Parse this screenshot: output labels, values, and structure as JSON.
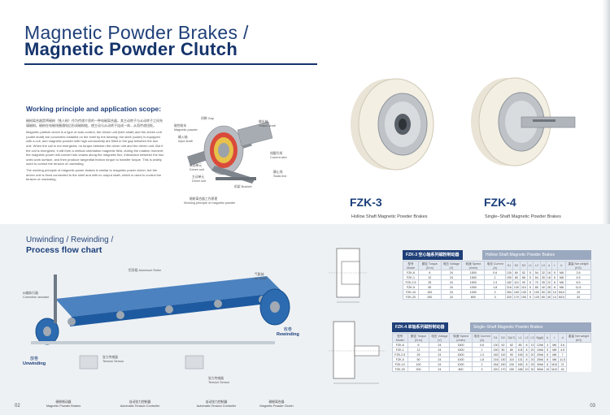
{
  "header": {
    "title_line1": "Magnetic Powder Brakes /",
    "title_line2": "Magnetic Powder Clutch"
  },
  "working": {
    "heading": "Working principle and application scope:",
    "para_cn": "磁粉离合器是将磁粉（铁人粉）作为传递介质的一种电磁离合器，其主动转子与从动转子之间充填磁粉。磁粉在电磁线圈通电后形成磁粉链，使主动与从动转子连成一体，从而传递扭矩。",
    "para_en": "Magnetic particle clutch is a type of auto-control, the driven unit (inlet shaft) and the driven unit (outlet shaft) are concentric installed on the shell by the bearing; the shell (coder) is equipped with a coil, and magnetic powder with high conductivity are filled in the gap between the two unit. When the coil is not energized, no torque between the driver unit and the driven unit. But if the coil is energized, it will form a vertical orientation magnetic field, during the rotation moment, the magnetic power will convert into chains along the magnetic flux, interaction between the two units work surface, and then produce tangential friction torque to transfer torque. This is widely used to control the tension of unwinding.",
    "para_en2": "The working principle of magnetic power brakes is similar to magnetic power clutch, but the driven unit is fixed connected to the shell and with no output shaft, which is used to control the tension of unwinding.",
    "labels": {
      "gap": "间隙 Gap",
      "output_shaft": "输出轴\nOutput shaft",
      "magnetic_powder": "磁性粉末\nMagnetic powder",
      "input_shaft": "输入轴\nInput shaft",
      "current_wire": "线圈引线\nCurrent wire",
      "driven_unit": "从动单元\nDriven unit",
      "driver_unit": "主动单元\nDriver unit",
      "static_line": "静止线\nStatic line",
      "bracket": "机架 Bracket",
      "cn_caption": "磁粉离合器工作原理",
      "en_caption": "Working principle of magnetic powder"
    }
  },
  "products": [
    {
      "model": "FZK-3",
      "desc": "Hollow Shaft Magnetic Powder Brakes"
    },
    {
      "model": "FZK-4",
      "desc": "Single–Shaft Magnetic Powder Brakes"
    }
  ],
  "unwinding": {
    "line1": "Unwinding / Rewinding /",
    "line2": "Process flow chart",
    "labels": {
      "aluminum_roller": "铝导辊 Aluminum Roller",
      "air_shaft": "气胀轴\nAir Shaft",
      "rewinding_cn": "收卷",
      "rewinding_en": "Rewinding",
      "unwinding_cn": "放卷",
      "unwinding_en": "Unwinding",
      "correction_actuator": "纠偏执行器\nCorrection actuator",
      "tension_sensor": "张力传感器\nTension Sensor",
      "tension_sensor2": "张力传感器\nTension Sensor"
    },
    "captions": [
      "磁粉制动器\nMagnetic Powder Brakes",
      "自动张力控制器\nAutomatic Tension Controller",
      "自动张力控制器\nAutomatic Tension Controller",
      "磁粉离合器\nMagnetic Powder Clutch"
    ]
  },
  "table3": {
    "title_cn": "FZK-3 空心轴系列磁粉制动器",
    "title_en": "Hollow Shaft Magnetic Powder Brakes",
    "headers": [
      "型号 Model",
      "额定 Torque (N.m)",
      "电压 Voltage (V)",
      "转速 Speed (r/min)",
      "电流 Current (A)",
      "D1",
      "D2",
      "D3",
      "L1",
      "L2",
      "L3",
      "d",
      "t",
      "b",
      "重量 Net weight (KG)"
    ],
    "rows": [
      [
        "FZK-6",
        "6",
        "24",
        "1500",
        "0.6",
        "130",
        "60",
        "52",
        "5",
        "54",
        "32",
        "16",
        "5",
        "M8",
        "2.6"
      ],
      [
        "FZK-1",
        "12",
        "24",
        "1500",
        "1",
        "150",
        "80",
        "68",
        "5",
        "64",
        "35",
        "18",
        "6",
        "M8",
        "4.5"
      ],
      [
        "FZK-2.5",
        "25",
        "24",
        "1500",
        "1.3",
        "182",
        "110",
        "90",
        "5",
        "70",
        "35",
        "22",
        "8",
        "M8",
        "6.5"
      ],
      [
        "FZK-5",
        "50",
        "24",
        "1000",
        "1.8",
        "216",
        "130",
        "110",
        "5",
        "80",
        "40",
        "28",
        "8",
        "M8",
        "11.5"
      ],
      [
        "FZK-10",
        "100",
        "24",
        "1000",
        "2",
        "264",
        "150",
        "130",
        "5",
        "100",
        "50",
        "35",
        "10",
        "M10",
        "19"
      ],
      [
        "FZK-20",
        "200",
        "24",
        "800",
        "3",
        "320",
        "170",
        "150",
        "5",
        "125",
        "60",
        "45",
        "14",
        "M10",
        "34"
      ]
    ]
  },
  "table4": {
    "title_cn": "FZK-4 单轴系列磁粉制动器",
    "title_en": "Single–Shaft Magnetic Powder Brakes",
    "headers": [
      "型号 Model",
      "额定 Torque (N.m)",
      "电压 Voltage (V)",
      "转速 Speed (r/min)",
      "电流 Current (A)",
      "D1",
      "D2",
      "D(h7)",
      "L1",
      "L2",
      "L3",
      "B(g6)",
      "b",
      "t",
      "d",
      "重量 Net weight (KG)"
    ],
    "rows": [
      [
        "FZK-6",
        "6",
        "24",
        "1500",
        "0.6",
        "130",
        "62",
        "62",
        "85",
        "8",
        "13",
        "12h6",
        "4",
        "M6",
        "3.6"
      ],
      [
        "FZK-1",
        "12",
        "24",
        "1500",
        "1",
        "150",
        "80",
        "80",
        "104",
        "8",
        "20",
        "15h6",
        "5",
        "M8",
        "4.5"
      ],
      [
        "FZK-2.5",
        "25",
        "24",
        "1500",
        "1.3",
        "182",
        "110",
        "90",
        "106",
        "8",
        "20",
        "20h6",
        "6",
        "M8",
        "7"
      ],
      [
        "FZK-5",
        "50",
        "24",
        "1000",
        "1.8",
        "216",
        "130",
        "110",
        "131",
        "8",
        "20",
        "25h6",
        "8",
        "M8",
        "11.5"
      ],
      [
        "FZK-10",
        "100",
        "24",
        "1000",
        "2",
        "264",
        "150",
        "130",
        "165",
        "8",
        "25",
        "30h6",
        "8",
        "M10",
        "21"
      ],
      [
        "FZK-20",
        "200",
        "24",
        "800",
        "3",
        "320",
        "170",
        "150",
        "188",
        "10",
        "30",
        "35h6",
        "10",
        "M10",
        "40"
      ]
    ]
  },
  "pages": {
    "left": "02",
    "right": "03"
  }
}
